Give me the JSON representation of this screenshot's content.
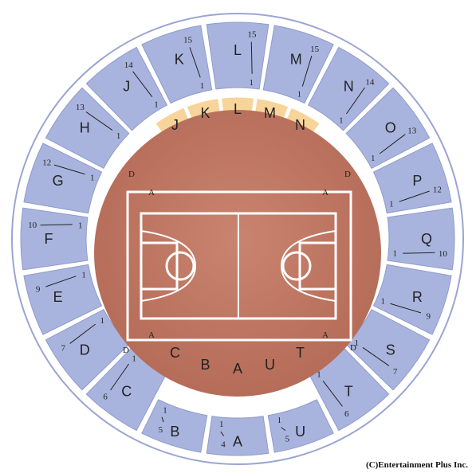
{
  "copyright": "(C)Entertainment Plus Inc.",
  "colors": {
    "upper_tier": "#a9b4de",
    "upper_stroke": "#8e9bcc",
    "lower_tier": "#f7d49a",
    "floor": "#c27a66",
    "floor_dark": "#b06a57",
    "court_lines": "#ffffff",
    "ring": "#9aa5d2"
  },
  "upper_sections": [
    {
      "label": "L",
      "rows": [
        "15",
        "1"
      ]
    },
    {
      "label": "M",
      "rows": [
        "15",
        "1"
      ]
    },
    {
      "label": "N",
      "rows": [
        "14",
        "1"
      ]
    },
    {
      "label": "O",
      "rows": [
        "13",
        "1"
      ]
    },
    {
      "label": "P",
      "rows": [
        "12",
        "1"
      ]
    },
    {
      "label": "Q",
      "rows": [
        "10",
        "1"
      ]
    },
    {
      "label": "R",
      "rows": [
        "9",
        "1"
      ]
    },
    {
      "label": "S",
      "rows": [
        "7",
        "1"
      ]
    },
    {
      "label": "T",
      "rows": [
        "6",
        "1"
      ]
    },
    {
      "label": "U",
      "rows": [
        "5",
        "1"
      ]
    },
    {
      "label": "A",
      "rows": [
        "4",
        "1"
      ]
    },
    {
      "label": "B",
      "rows": [
        "5",
        "1"
      ]
    },
    {
      "label": "C",
      "rows": [
        "6",
        "1"
      ]
    },
    {
      "label": "D",
      "rows": [
        "7",
        "1"
      ]
    },
    {
      "label": "E",
      "rows": [
        "9",
        "1"
      ]
    },
    {
      "label": "F",
      "rows": [
        "10",
        "1"
      ]
    },
    {
      "label": "G",
      "rows": [
        "12",
        "1"
      ]
    },
    {
      "label": "H",
      "rows": [
        "13",
        "1"
      ]
    },
    {
      "label": "J",
      "rows": [
        "14",
        "1"
      ]
    },
    {
      "label": "K",
      "rows": [
        "15",
        "1"
      ]
    }
  ],
  "lower_sections_top": [
    "J",
    "K",
    "L",
    "M",
    "N"
  ],
  "lower_sections_bottom": [
    "C",
    "B",
    "A",
    "U",
    "T"
  ],
  "corner_marks": {
    "row_a": "A",
    "row_d": "D"
  }
}
